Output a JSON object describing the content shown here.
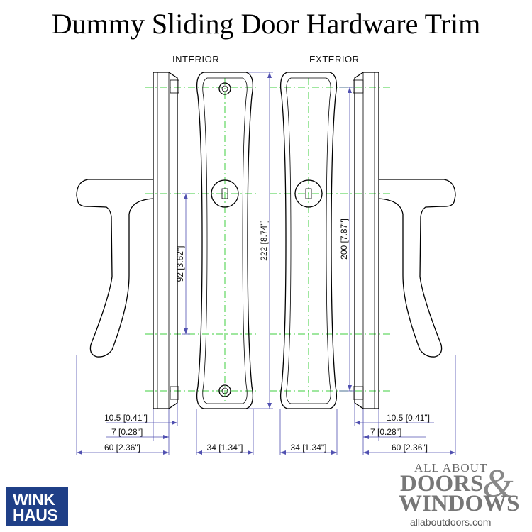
{
  "title": "Dummy Sliding Door Hardware Trim",
  "views": {
    "interior": "INTERIOR",
    "exterior": "EXTERIOR"
  },
  "dimensions": {
    "hole_spacing": "92 [3.62\"]",
    "plate_length": "222 [8.74\"]",
    "mount_spacing": "200 [7.87\"]",
    "left_depth_small": "10.5 [0.41\"]",
    "left_depth_mid": "7 [0.28\"]",
    "left_depth_total": "60 [2.36\"]",
    "interior_plate_width": "34 [1.34\"]",
    "exterior_plate_width": "34 [1.34\"]",
    "right_depth_small": "10.5 [0.41\"]",
    "right_depth_mid": "7 [0.28\"]",
    "right_depth_total": "60 [2.36\"]"
  },
  "logos": {
    "winkhaus_line1": "WINK",
    "winkhaus_line2": "HAUS",
    "aad_line1": "ALL ABOUT",
    "aad_line2": "DOORS",
    "aad_amp": "&",
    "aad_line3": "WINDOWS",
    "aad_url": "allaboutdoors.com"
  },
  "colors": {
    "centerline": "#3fcf3f",
    "dimension": "#5050b0",
    "winkhaus_blue": "#1f3f87"
  }
}
